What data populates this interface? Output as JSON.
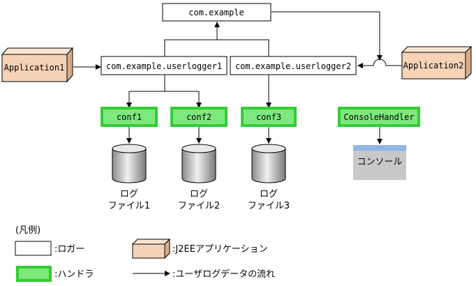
{
  "nodes": {
    "root_logger": "com.example",
    "logger1": "com.example.userlogger1",
    "logger2": "com.example.userlogger2",
    "app1": "Application1",
    "app2": "Application2",
    "conf1": "conf1",
    "conf2": "conf2",
    "conf3": "conf3",
    "console_handler": "ConsoleHandler",
    "console": "コンソール"
  },
  "log_files": [
    {
      "line1": "ログ",
      "line2": "ファイル1"
    },
    {
      "line1": "ログ",
      "line2": "ファイル2"
    },
    {
      "line1": "ログ",
      "line2": "ファイル3"
    }
  ],
  "legend": {
    "title": "(凡例)",
    "logger": ":ロガー",
    "app": ":J2EEアプリケーション",
    "handler": ":ハンドラ",
    "flow": ":ユーザログデータの流れ"
  },
  "colors": {
    "handler_fill": "#7de87d",
    "handler_stroke": "#33cc33",
    "app_front": "#f6d2b6",
    "app_top": "#fbe4d2",
    "app_side": "#d8ab8a",
    "console_top": "#8fb4e8",
    "console_body": "#c8c8c8"
  }
}
